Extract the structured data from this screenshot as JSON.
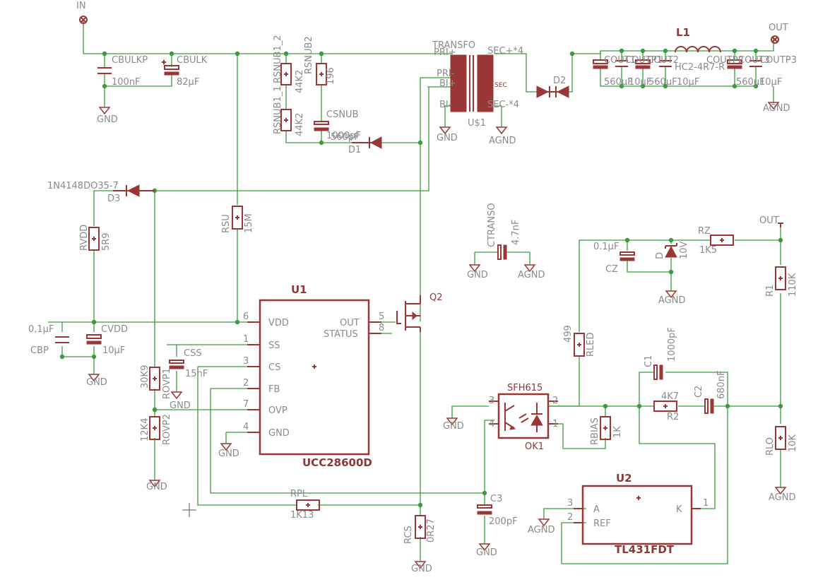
{
  "ports": {
    "in": "IN",
    "out": "OUT",
    "out2": "OUT"
  },
  "gnd": "GND",
  "agnd": "AGND",
  "parts": {
    "cbulkp": {
      "name": "CBULKP",
      "value": "100nF"
    },
    "cbulk": {
      "name": "CBULK",
      "value": "82µF"
    },
    "rsnub1_1": {
      "name": "RSNUB1_1",
      "value": "44K2"
    },
    "rsnub1_2": {
      "name": "RSNUB1_2",
      "value": "44K2"
    },
    "rsnub2": {
      "name": "RSNUB2",
      "value": "196"
    },
    "csnub": {
      "name": "CSNUB",
      "value": "1000pF",
      "value2": "560pF"
    },
    "d1": {
      "name": "D1"
    },
    "transfo": {
      "name": "TRANSFO",
      "ref": "U$1",
      "pri_plus": "PRI+",
      "pri_minus": "PRI-",
      "bi_plus": "BI+",
      "bi_minus": "BI-",
      "sec_plus": "SEC+*4",
      "sec_minus": "SEC-*4",
      "pri": "PRI",
      "bias": "BIAS",
      "sec": "SEC"
    },
    "d2": {
      "name": "D2"
    },
    "l1": {
      "name": "L1",
      "value": "HC2-4R7-R"
    },
    "cout1": {
      "name": "COUT1",
      "value": "560µF"
    },
    "coutp1": {
      "name": "COUTP1",
      "value": "10µF"
    },
    "cout2": {
      "name": "COUT2",
      "value": "560µF"
    },
    "coutp2": {
      "name": "COUTP2",
      "value": "10µF"
    },
    "cout3": {
      "name": "COUT3",
      "value": "560µF"
    },
    "coutp3": {
      "name": "COUTP3",
      "value": "10µF"
    },
    "d3": {
      "name": "D3",
      "value": "1N4148DO35-7"
    },
    "rvdd": {
      "name": "RVDD",
      "value": "5R9"
    },
    "rsu": {
      "name": "RSU",
      "value": "15M"
    },
    "cbp": {
      "name": "CBP",
      "value": "0,1µF"
    },
    "cvdd": {
      "name": "CVDD",
      "value": "10µF"
    },
    "css": {
      "name": "CSS",
      "value": "15nF"
    },
    "rovp1": {
      "name": "ROVP1",
      "value": "30K9"
    },
    "rovp2": {
      "name": "ROVP2",
      "value": "12K4"
    },
    "u1": {
      "name": "U1",
      "part": "UCC28600D",
      "vdd": "VDD",
      "ss": "SS",
      "cs": "CS",
      "fb": "FB",
      "ovp": "OVP",
      "gnd": "GND",
      "out": "OUT",
      "status": "STATUS",
      "pins": [
        "6",
        "1",
        "3",
        "2",
        "7",
        "4",
        "5",
        "8"
      ]
    },
    "q2": {
      "name": "Q2"
    },
    "rpl": {
      "name": "RPL",
      "value": "1K13"
    },
    "rcs": {
      "name": "RCS",
      "value": "0R27"
    },
    "c3": {
      "name": "C3",
      "value": "200pF"
    },
    "ctranso": {
      "name": "CTRANSO",
      "value": "4.7nF"
    },
    "cz": {
      "name": "CZ",
      "value": "0.1µF"
    },
    "dz": {
      "name": "D",
      "value": "10V"
    },
    "rz": {
      "name": "RZ",
      "value": "1K5"
    },
    "r1": {
      "name": "R1",
      "value": "110K"
    },
    "rled": {
      "name": "RLED",
      "value": "499"
    },
    "c1": {
      "name": "C1",
      "value": "1000pF"
    },
    "r2": {
      "name": "R2",
      "value": "4K7"
    },
    "c2": {
      "name": "C2",
      "value": "680nF"
    },
    "ok1": {
      "name": "OK1",
      "part": "SFH615",
      "pins": [
        "3",
        "4",
        "2",
        "1"
      ]
    },
    "rbias": {
      "name": "RBIAS",
      "value": "1K"
    },
    "rlo": {
      "name": "RLO",
      "value": "10K"
    },
    "u2": {
      "name": "U2",
      "part": "TL431FDT",
      "a": "A",
      "ref": "REF",
      "k": "K",
      "pins": [
        "3",
        "2",
        "1"
      ]
    }
  }
}
